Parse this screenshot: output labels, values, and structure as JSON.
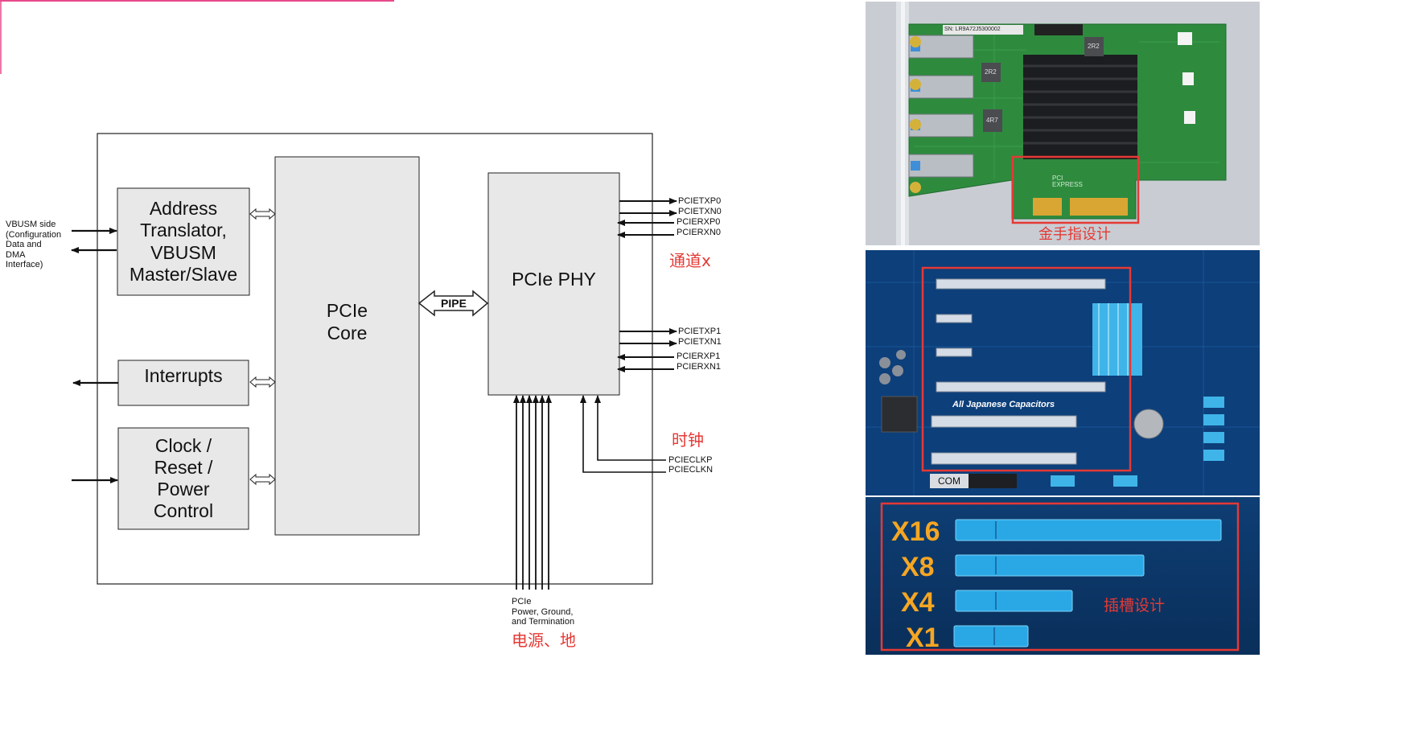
{
  "diagram": {
    "blocks": {
      "address_translator": "Address\nTranslator,\nVBUSM\nMaster/Slave",
      "interrupts": "Interrupts",
      "clock_reset_power": "Clock /\nReset /\nPower\nControl",
      "pcie_core": "PCIe\nCore",
      "pcie_phy": "PCIe PHY",
      "pipe": "PIPE"
    },
    "vbusm_side_note": "VBUSM side\n(Configuration\nData and\nDMA\nInterface)",
    "lane0_signals": [
      "PCIETXP0",
      "PCIETXN0",
      "PCIERXP0",
      "PCIERXN0"
    ],
    "lane1_signals": [
      "PCIETXP1",
      "PCIETXN1",
      "PCIERXP1",
      "PCIERXN1"
    ],
    "clock_signals": [
      "PCIECLKP",
      "PCIECLKN"
    ],
    "power_note": "PCIe\nPower, Ground,\nand Termination"
  },
  "annotations": {
    "lane": "通道x",
    "clock": "时钟",
    "power": "电源、地",
    "gold_finger": "金手指设计",
    "slot_design": "插槽设计"
  },
  "nic_photo": {
    "serial": "SN: LR9A72J5300002",
    "inductor_labels": [
      "2R2",
      "2R2",
      "4R7"
    ],
    "pci_logo": "PCI EXPRESS"
  },
  "motherboard_photo": {
    "capacitor_text": "All Japanese Capacitors",
    "com_label": "COM"
  },
  "slot_chart": {
    "labels": [
      "X16",
      "X8",
      "X4",
      "X1"
    ]
  },
  "colors": {
    "annotation_red": "#e53935",
    "box_fill": "#e8e8e8",
    "pcb_green": "#2e8b3e",
    "board_blue": "#0d3f7a",
    "slot_cyan": "#2aa8e6",
    "slot_label_orange": "#f5a623"
  }
}
